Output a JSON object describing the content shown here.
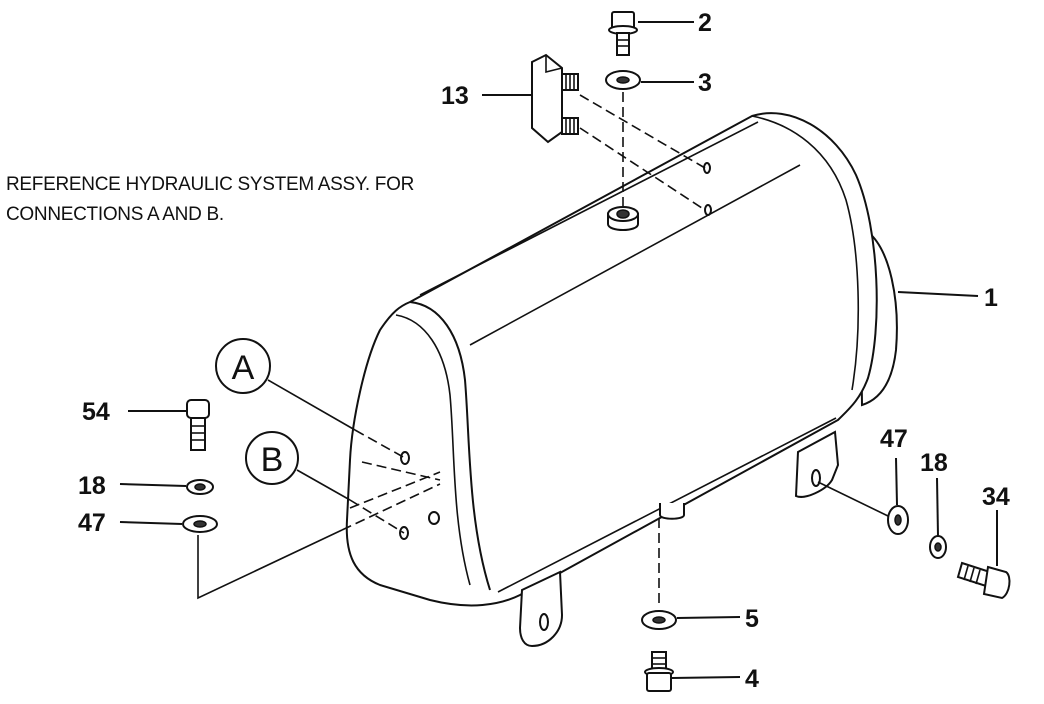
{
  "note": {
    "line1": "REFERENCE HYDRAULIC SYSTEM ASSY. FOR",
    "line2": "CONNECTIONS A AND B."
  },
  "connections": {
    "a": "A",
    "b": "B"
  },
  "callouts": {
    "p1": "1",
    "p2": "2",
    "p3": "3",
    "p4": "4",
    "p5": "5",
    "p13": "13",
    "p18_left": "18",
    "p18_right": "18",
    "p34": "34",
    "p47_left": "47",
    "p47_right": "47",
    "p54": "54"
  }
}
